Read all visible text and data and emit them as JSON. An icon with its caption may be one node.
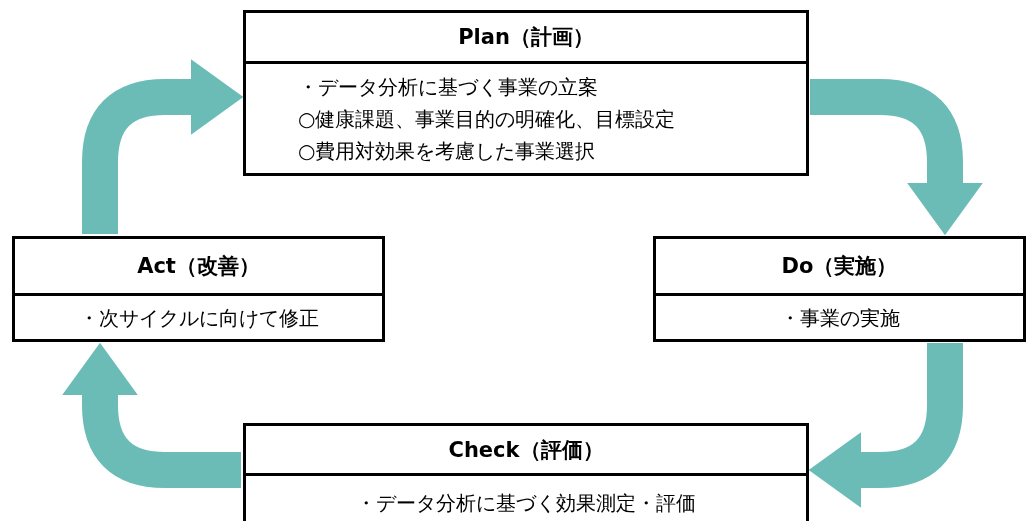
{
  "diagram": {
    "nodes": [
      {
        "text": [
          "Plan（計画）",
          "・データ分析に基づく事業の立案",
          "○健康課題、事業目的の明確化、目標設定",
          "○費用対効果を考慮した事業選択"
        ]
      },
      {
        "text": [
          "Do（実施）",
          "・事業の実施"
        ]
      },
      {
        "text": [
          "Check（評価）",
          "・データ分析に基づく効果測定・評価"
        ]
      },
      {
        "text": [
          "Act（改善）",
          "・次サイクルに向けて修正"
        ]
      }
    ],
    "edges": [
      {
        "from": 0,
        "to": 1,
        "arrow": "to"
      },
      {
        "from": 1,
        "to": 2,
        "arrow": "to"
      },
      {
        "from": 2,
        "to": 3,
        "arrow": "to"
      },
      {
        "from": 3,
        "to": 0,
        "arrow": "to"
      }
    ]
  }
}
